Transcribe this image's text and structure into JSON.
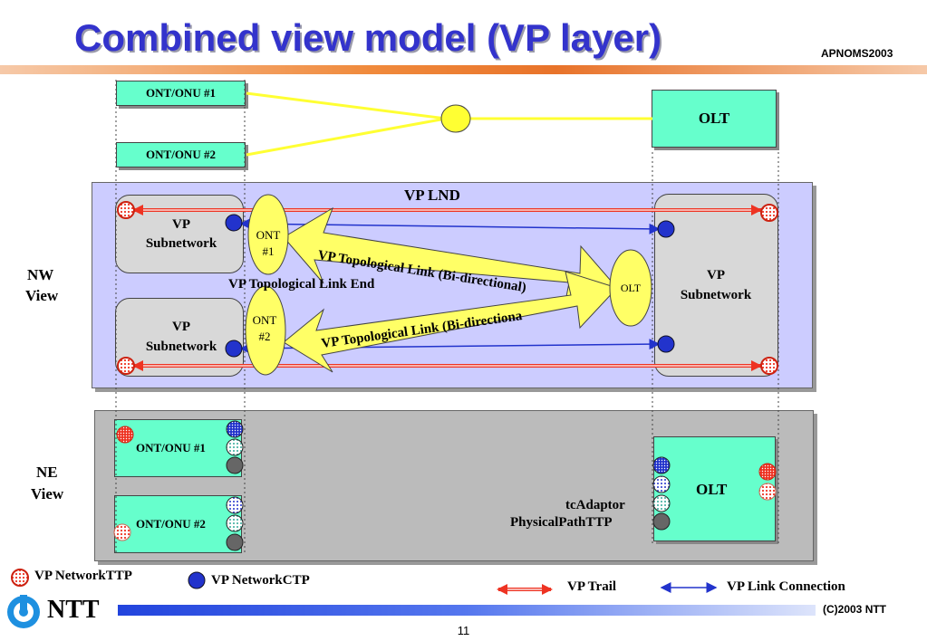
{
  "header": {
    "title": "Combined view model (VP layer)",
    "conference": "APNOMS2003"
  },
  "top_section": {
    "ont1": "ONT/ONU #1",
    "ont2": "ONT/ONU #2",
    "olt": "OLT"
  },
  "nw_view": {
    "side_label_1": "NW",
    "side_label_2": "View",
    "lnd_label": "VP LND",
    "subnet_a_1": "VP",
    "subnet_a_2": "Subnetwork",
    "subnet_b_1": "VP",
    "subnet_b_2": "Subnetwork",
    "subnet_olt_1": "VP",
    "subnet_olt_2": "Subnetwork",
    "ont1_ellipse_1": "ONT",
    "ont1_ellipse_2": "#1",
    "ont2_ellipse_1": "ONT",
    "ont2_ellipse_2": "#2",
    "olt_ellipse": "OLT",
    "link_top": "VP Topological Link (Bi-directional)",
    "link_bottom": "VP Topological Link (Bi-directiona",
    "link_end": "VP Topological Link End"
  },
  "ne_view": {
    "side_label_1": "NE",
    "side_label_2": "View",
    "ont1": "ONT/ONU #1",
    "ont2": "ONT/ONU #2",
    "olt": "OLT",
    "tc_adaptor": "tcAdaptor",
    "physical_path": "PhysicalPathTTP"
  },
  "legend": {
    "network_ttp": "VP NetworkTTP",
    "network_ctp": "VP NetworkCTP",
    "trail": "VP Trail",
    "link_connection": "VP Link Connection"
  },
  "footer": {
    "logo": "NTT",
    "copyright": "(C)2003 NTT",
    "page": "11"
  },
  "colors": {
    "title": "#3333cc",
    "green_box": "#66ffcc",
    "nw_panel": "#ccccff",
    "ne_panel": "#bbbbbb",
    "ttp_red": "#ee3322",
    "ctp_blue": "#2233cc",
    "yellow": "#ffff66"
  }
}
